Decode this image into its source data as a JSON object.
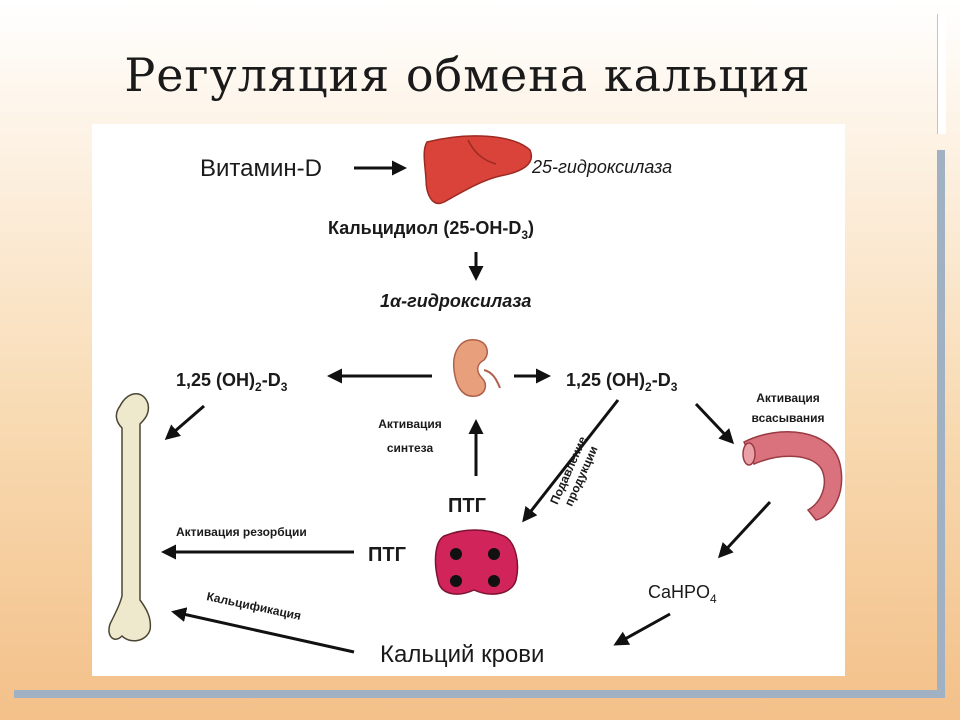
{
  "slide": {
    "title": "Регуляция обмена кальция"
  },
  "diagram": {
    "vitamin_d": "Витамин-D",
    "hydroxylase_25": "25-гидроксилаза",
    "calcidiol_main": "Кальцидиол (25-OH-D",
    "calcidiol_sub": "3",
    "calcidiol_end": ")",
    "hydroxylase_1a": "1α-гидроксилаза",
    "calcitriol_left": {
      "main": "1,25 (OH)",
      "sub1": "2",
      "mid": "-D",
      "sub2": "3"
    },
    "calcitriol_right": {
      "main": "1,25 (OH)",
      "sub1": "2",
      "mid": "-D",
      "sub2": "3"
    },
    "activation_synthesis": [
      "Активация",
      "синтеза"
    ],
    "suppression_production": [
      "Подавление",
      "продукции"
    ],
    "absorption_activation": [
      "Активация",
      "всасывания"
    ],
    "ptg_top": "ПТГ",
    "ptg_left": "ПТГ",
    "resorption_activation": "Активация резорбции",
    "calcification": "Кальцификация",
    "cahpo4_main": "CaHPO",
    "cahpo4_sub": "4",
    "blood_calcium": "Кальций крови",
    "colors": {
      "liver": "#d9433a",
      "kidney": "#e8a07c",
      "intestine": "#d9727c",
      "parathyroid": "#d1245a",
      "bone": "#eee9cd"
    }
  }
}
